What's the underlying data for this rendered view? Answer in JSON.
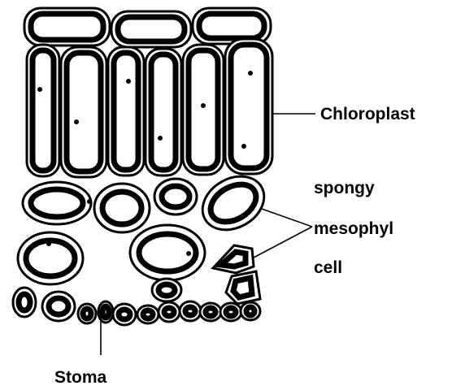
{
  "labels": {
    "chloroplast": "Chloroplast",
    "spongy_line1": "spongy",
    "spongy_line2": "mesophyl",
    "spongy_line3": "cell",
    "stoma": "Stoma"
  },
  "colors": {
    "ink": "#000000",
    "background": "#ffffff"
  }
}
